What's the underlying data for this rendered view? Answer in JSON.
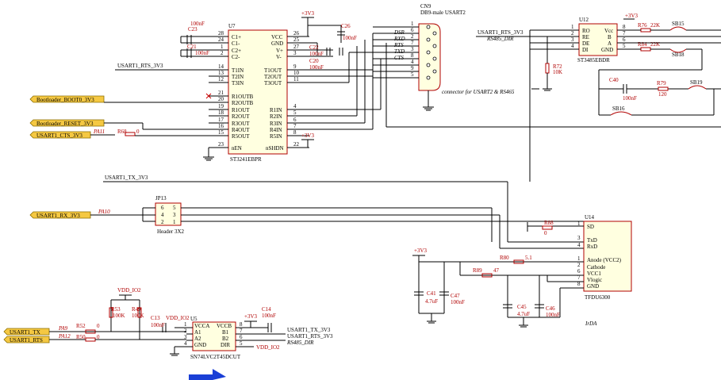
{
  "nets": {
    "boot0": "Bootloader_BOOT0_3V3",
    "reset": "Bootloader_RESET_3V3",
    "cts": "USART1_CTS_3V3",
    "rx": "USART1_RX_3V3",
    "tx_left": "USART1_TX",
    "rts_left": "USART1_RTS",
    "rts_3v3": "USART1_RTS_3V3",
    "tx_3v3": "USART1_TX_3V3",
    "rs485_dir": "RS485_DIR",
    "pa11": "PA11",
    "pa10": "PA10",
    "pa9": "PA9",
    "pa12": "PA12",
    "vdd_io2": "VDD_IO2",
    "p3v3": "+3V3"
  },
  "u7": {
    "ref": "U7",
    "part": "ST3241EBPR",
    "left_pins": [
      {
        "num": "28",
        "name": "C1+"
      },
      {
        "num": "24",
        "name": "C1-"
      },
      {
        "num": "1",
        "name": "C2+"
      },
      {
        "num": "2",
        "name": "C2-"
      },
      {
        "num": "14",
        "name": "T1IN"
      },
      {
        "num": "13",
        "name": "T2IN"
      },
      {
        "num": "12",
        "name": "T3IN"
      },
      {
        "num": "21",
        "name": "R1OUTB"
      },
      {
        "num": "20",
        "name": "R2OUTB"
      },
      {
        "num": "19",
        "name": "R1OUT"
      },
      {
        "num": "18",
        "name": "R2OUT"
      },
      {
        "num": "17",
        "name": "R3OUT"
      },
      {
        "num": "16",
        "name": "R4OUT"
      },
      {
        "num": "15",
        "name": "R5OUT"
      },
      {
        "num": "23",
        "name": "nEN"
      }
    ],
    "right_pins": [
      {
        "num": "26",
        "name": "VCC"
      },
      {
        "num": "25",
        "name": "GND"
      },
      {
        "num": "27",
        "name": "V+"
      },
      {
        "num": "3",
        "name": "V-"
      },
      {
        "num": "9",
        "name": "T1OUT"
      },
      {
        "num": "10",
        "name": "T2OUT"
      },
      {
        "num": "11",
        "name": "T3OUT"
      },
      {
        "num": "4",
        "name": "R1IN"
      },
      {
        "num": "5",
        "name": "R2IN"
      },
      {
        "num": "6",
        "name": "R3IN"
      },
      {
        "num": "7",
        "name": "R4IN"
      },
      {
        "num": "8",
        "name": "R5IN"
      },
      {
        "num": "22",
        "name": "nSHDN"
      }
    ]
  },
  "caps": {
    "c23": {
      "ref": "C23",
      "val": "100nF"
    },
    "c21": {
      "ref": "C21",
      "val": "100nF"
    },
    "c26": {
      "ref": "C26",
      "val": "100nF"
    },
    "c22": {
      "ref": "C22",
      "val": "100nF"
    },
    "c20": {
      "ref": "C20",
      "val": "100nF"
    },
    "c40": {
      "ref": "C40",
      "val": "100nF"
    },
    "c41": {
      "ref": "C41",
      "val": "4.7uF"
    },
    "c47": {
      "ref": "C47",
      "val": "100nF"
    },
    "c45": {
      "ref": "C45",
      "val": "4.7uF"
    },
    "c46": {
      "ref": "C46",
      "val": "100nF"
    },
    "c13": {
      "ref": "C13",
      "val": "100nF"
    },
    "c14": {
      "ref": "C14",
      "val": "100nF"
    }
  },
  "cn9": {
    "ref": "CN9",
    "desc": "DB9-male USART2",
    "signals": [
      "DSR",
      "RXD",
      "RTS",
      "TXD",
      "CTS"
    ],
    "pins": [
      "1",
      "6",
      "2",
      "7",
      "3",
      "8",
      "4",
      "9",
      "5"
    ],
    "note": "connector for USART2 & RS465"
  },
  "u12": {
    "ref": "U12",
    "part": "ST3485EBDR",
    "left_pins": [
      {
        "num": "1",
        "name": "RO"
      },
      {
        "num": "2",
        "name": "RE"
      },
      {
        "num": "3",
        "name": "DE"
      },
      {
        "num": "4",
        "name": "DI"
      }
    ],
    "right_pins": [
      {
        "num": "8",
        "name": "Vcc"
      },
      {
        "num": "7",
        "name": "B"
      },
      {
        "num": "6",
        "name": "A"
      },
      {
        "num": "5",
        "name": "GND"
      }
    ]
  },
  "resistors": {
    "r76": {
      "ref": "R76",
      "val": "22K"
    },
    "r84": {
      "ref": "R84",
      "val": "22K"
    },
    "r79": {
      "ref": "R79",
      "val": "120"
    },
    "r72": {
      "ref": "R72",
      "val": "10K"
    },
    "r68": {
      "ref": "R68",
      "val": "0"
    },
    "r88": {
      "ref": "R88",
      "val": "0"
    },
    "r80": {
      "ref": "R80",
      "val": "5.1"
    },
    "r89": {
      "ref": "R89",
      "val": "47"
    },
    "r53": {
      "ref": "R53",
      "val": "100K"
    },
    "r49": {
      "ref": "R49",
      "val": "100K"
    },
    "r52": {
      "ref": "R52",
      "val": "0"
    },
    "r50": {
      "ref": "R50",
      "val": "0"
    }
  },
  "bridges": [
    "SB15",
    "SB18",
    "SB19",
    "SB16"
  ],
  "jp13": {
    "ref": "JP13",
    "desc": "Header 3X2",
    "pins": [
      "6",
      "5",
      "4",
      "3",
      "2",
      "1"
    ]
  },
  "u14": {
    "ref": "U14",
    "part": "TFDU6300",
    "pins": [
      {
        "num": "1",
        "name": "SD"
      },
      {
        "num": "3",
        "name": "TxD"
      },
      {
        "num": "4",
        "name": "RxD"
      },
      {
        "num": "1",
        "name": "Anode (VCC2)"
      },
      {
        "num": "2",
        "name": "Cathode"
      },
      {
        "num": "6",
        "name": "VCC1"
      },
      {
        "num": "7",
        "name": "Vlogic"
      },
      {
        "num": "8",
        "name": "GND"
      }
    ],
    "note": "IrDA"
  },
  "u5": {
    "ref": "U5",
    "part": "SN74LVC2T45DCUT",
    "left_pins": [
      {
        "num": "1",
        "name": "VCCA"
      },
      {
        "num": "2",
        "name": "A1"
      },
      {
        "num": "3",
        "name": "A2"
      },
      {
        "num": "4",
        "name": "GND"
      }
    ],
    "right_pins": [
      {
        "num": "8",
        "name": "VCCB"
      },
      {
        "num": "7",
        "name": "B1"
      },
      {
        "num": "6",
        "name": "B2"
      },
      {
        "num": "5",
        "name": "DIR"
      }
    ]
  }
}
